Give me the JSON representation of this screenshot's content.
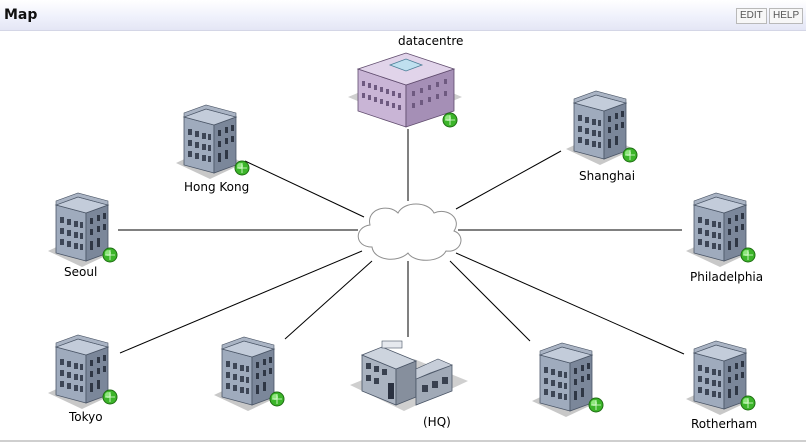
{
  "header": {
    "title": "Map",
    "edit_label": "EDIT",
    "help_label": "HELP"
  },
  "map": {
    "nodes": [
      {
        "id": "datacentre",
        "label": "datacentre",
        "type": "datacentre-building-icon",
        "status": "ok"
      },
      {
        "id": "hong-kong",
        "label": "Hong Kong",
        "type": "office-building-icon",
        "status": "ok"
      },
      {
        "id": "shanghai",
        "label": "Shanghai",
        "type": "office-building-icon",
        "status": "ok"
      },
      {
        "id": "seoul",
        "label": "Seoul",
        "type": "office-building-icon",
        "status": "ok"
      },
      {
        "id": "philadelphia",
        "label": "Philadelphia",
        "type": "office-building-icon",
        "status": "ok"
      },
      {
        "id": "tokyo",
        "label": "Tokyo",
        "type": "office-building-icon",
        "status": "ok"
      },
      {
        "id": "unnamed-site",
        "label": "",
        "type": "office-building-icon",
        "status": "ok"
      },
      {
        "id": "hq",
        "label": "(HQ)",
        "type": "headquarters-building-icon",
        "status": ""
      },
      {
        "id": "unnamed-site-2",
        "label": "",
        "type": "office-building-icon",
        "status": "ok"
      },
      {
        "id": "rotherham",
        "label": "Rotherham",
        "type": "office-building-icon",
        "status": "ok"
      }
    ],
    "hub": {
      "type": "cloud-icon"
    },
    "colors": {
      "status_ok": "#3cb52a",
      "building": "#9aa6b8",
      "datacentre": "#c9b5d6",
      "link": "#000000"
    }
  }
}
